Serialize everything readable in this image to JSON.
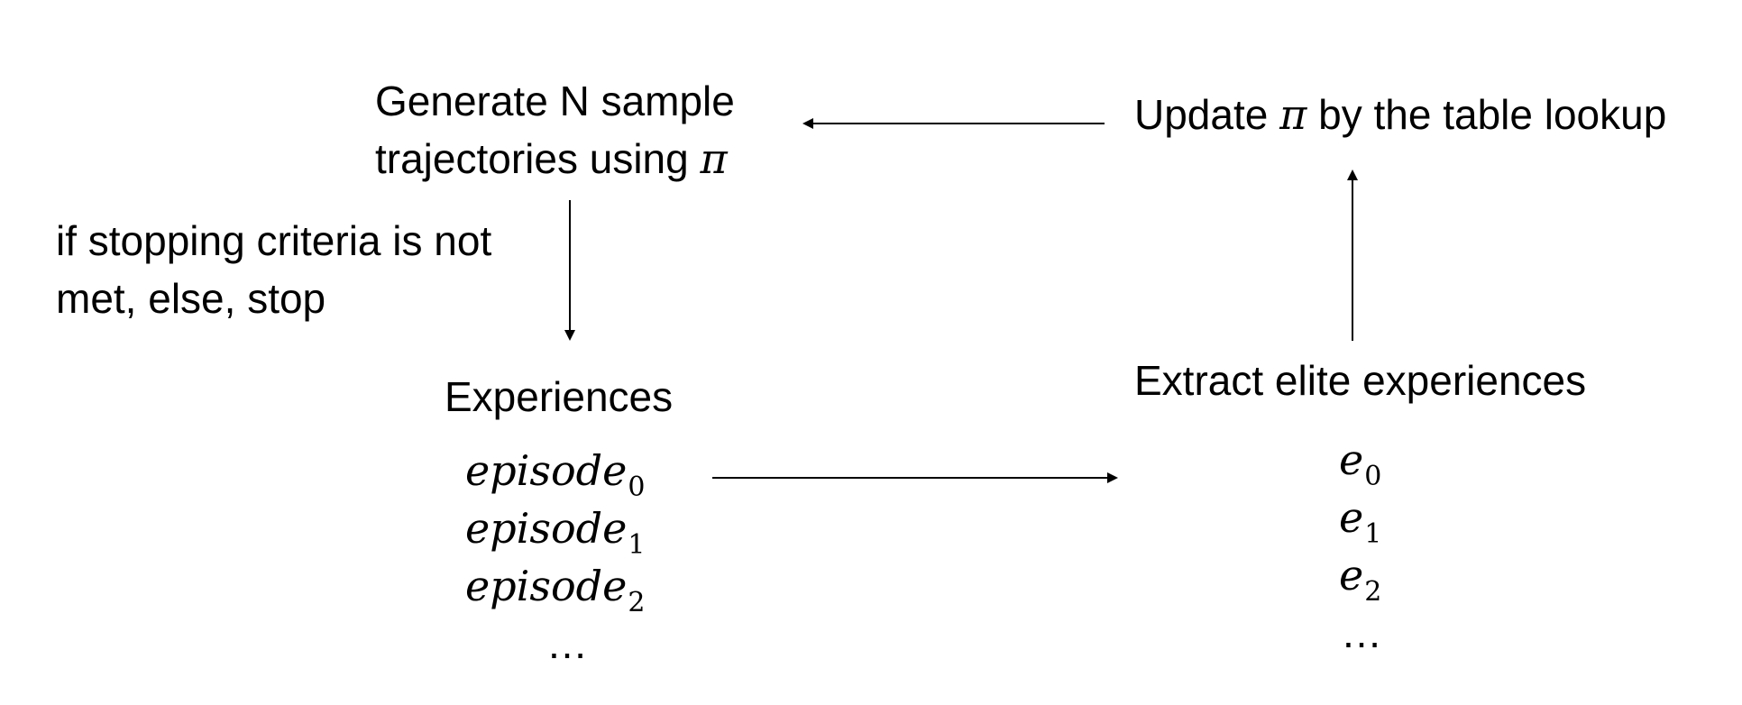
{
  "generate": {
    "line1": "Generate N sample",
    "line2_prefix": "trajectories using ",
    "pi_symbol": "π"
  },
  "update": {
    "prefix": "Update ",
    "pi_symbol": "π",
    "suffix": " by the table lookup"
  },
  "condition": {
    "line1": "if stopping criteria is not",
    "line2": "met, else, stop"
  },
  "experiences": {
    "title": "Experiences",
    "items": [
      {
        "base": "episode",
        "sub": "0"
      },
      {
        "base": "episode",
        "sub": "1"
      },
      {
        "base": "episode",
        "sub": "2"
      }
    ],
    "ellipsis": "…"
  },
  "elite": {
    "title": "Extract elite experiences",
    "items": [
      {
        "base": "e",
        "sub": "0"
      },
      {
        "base": "e",
        "sub": "1"
      },
      {
        "base": "e",
        "sub": "2"
      }
    ],
    "ellipsis": "…"
  }
}
